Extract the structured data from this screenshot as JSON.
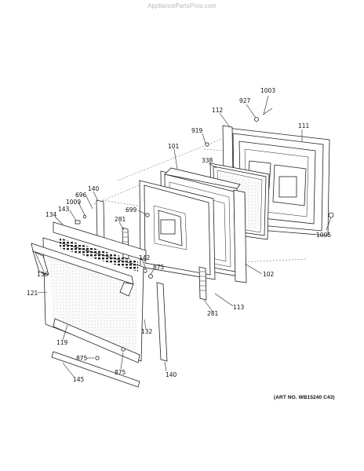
{
  "watermark": "AppliancePartsPros.com",
  "art_number": "(ART NO. WB15240 C43)",
  "callouts": {
    "c1003": "1003",
    "c927": "927",
    "c112": "112",
    "c111": "111",
    "c919": "919",
    "c101": "101",
    "c338": "338",
    "c140a": "140",
    "c696": "696",
    "c1009": "1009",
    "c143": "143",
    "c134": "134",
    "c699": "699",
    "c281a": "281",
    "c1005": "1005",
    "c102": "102",
    "c142": "142",
    "c875a": "875",
    "c136": "136",
    "c121": "121",
    "c113": "113",
    "c281b": "281",
    "c132": "132",
    "c119": "119",
    "c875b": "875",
    "c875c": "875",
    "c140b": "140",
    "c145": "145"
  }
}
